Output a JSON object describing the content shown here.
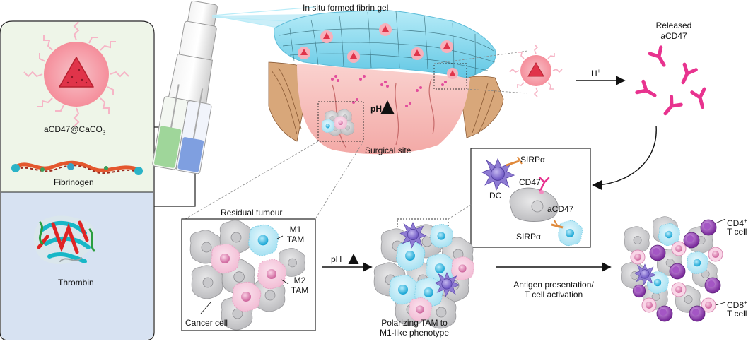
{
  "labels": {
    "fibrin_gel": "In situ formed fibrin gel",
    "released_line1": "Released",
    "released_line2": "aCD47",
    "h_plus_base": "H",
    "h_plus_sup": "+",
    "ph": "pH",
    "surgical_site": "Surgical site",
    "acd47_caco3_base": "aCD47@CaCO",
    "acd47_caco3_sub": "3",
    "fibrinogen": "Fibrinogen",
    "thrombin": "Thrombin",
    "residual_tumour": "Residual  tumour",
    "m1_tam_line1": "M1",
    "m1_tam_line2": "TAM",
    "m2_tam_line1": "M2",
    "m2_tam_line2": "TAM",
    "cancer_cell": "Cancer cell",
    "ph_up": "pH",
    "polarizing_line1": "Polarizing TAM to",
    "polarizing_line2": "M1-like phenotype",
    "sirpa_top": "SIRPα",
    "dc": "DC",
    "cd47": "CD47",
    "acd47_inset": "aCD47",
    "sirpa_bottom": "SIRPα",
    "antigen_line1": "Antigen presentation/",
    "antigen_line2": "T cell activation",
    "cd4_base": "CD4",
    "cd4_sup": "+",
    "cd4_tcell": "T cell",
    "cd8_base": "CD8",
    "cd8_sup": "+",
    "cd8_tcell": "T cell"
  },
  "colors": {
    "gel_blue": "#7fd3ea",
    "tissue_pink": "#f4b8b6",
    "nanoparticle": "#f26f80",
    "antibody": "#e8338f",
    "m1_cyan": "#29b6e0",
    "m2_pink": "#ef9ec2",
    "dc_purple": "#7f66c9",
    "tcell_purple": "#8e3fae",
    "cancer_grey": "#cfcfd1",
    "panel_green": "#eef5e8",
    "panel_blue": "#d7e2f2",
    "tube_green": "#8fcf8a",
    "tube_blue": "#7f9fe0"
  }
}
